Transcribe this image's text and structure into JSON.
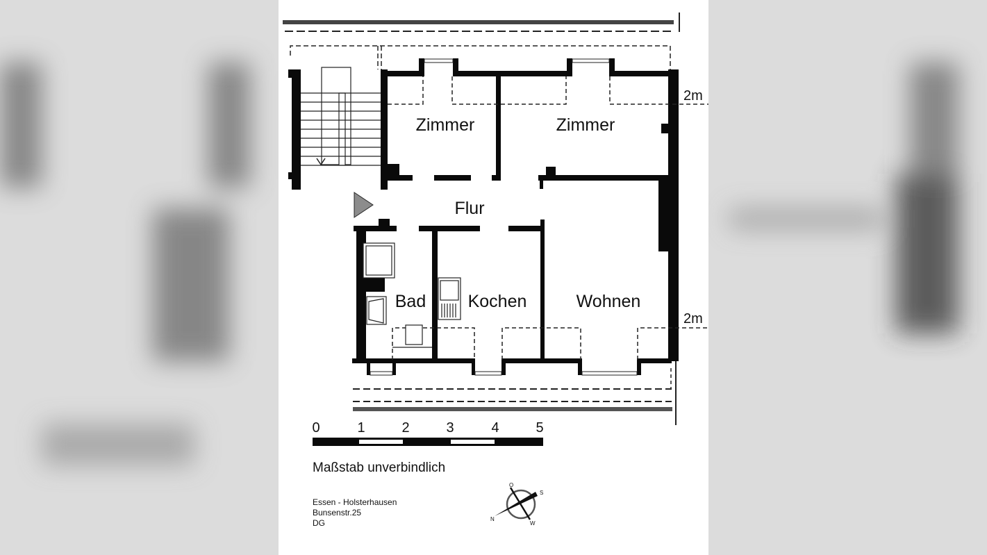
{
  "rooms": {
    "zimmer_1": "Zimmer",
    "zimmer_2": "Zimmer",
    "flur": "Flur",
    "bad": "Bad",
    "kochen": "Kochen",
    "wohnen": "Wohnen"
  },
  "height_markers": [
    "2m",
    "2m"
  ],
  "scale": {
    "ticks": [
      "0",
      "1",
      "2",
      "3",
      "4",
      "5"
    ],
    "note": "Maßstab unverbindlich"
  },
  "address": {
    "city": "Essen - Holsterhausen",
    "street": "Bunsenstr.25",
    "floor": "DG"
  },
  "compass": {
    "letters": [
      "O",
      "S",
      "W",
      "N"
    ]
  },
  "colors": {
    "wall": "#0a0a0a",
    "paper": "#ffffff",
    "entrance_arrow": "#8c8c8c"
  }
}
